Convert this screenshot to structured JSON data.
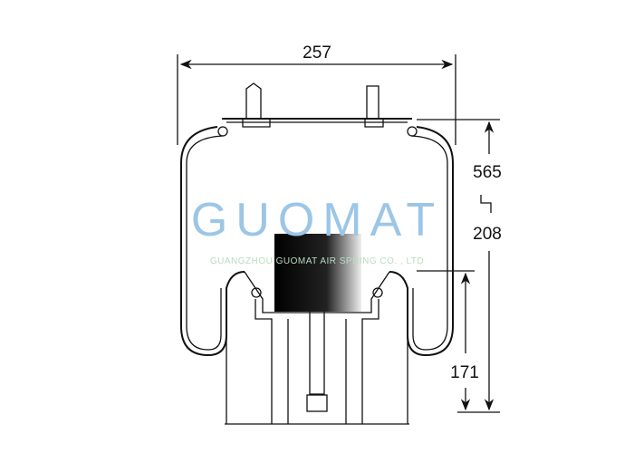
{
  "drawing": {
    "dimensions": {
      "width": "257",
      "height_max": "565",
      "height_min": "208",
      "piston_height": "171"
    },
    "watermark": {
      "brand": "GUOMAT",
      "company": "GUANGZHOU GUOMAT AIR SPRING CO. , LTD"
    },
    "colors": {
      "watermark": "#9cc6e6",
      "line": "#111111"
    }
  }
}
